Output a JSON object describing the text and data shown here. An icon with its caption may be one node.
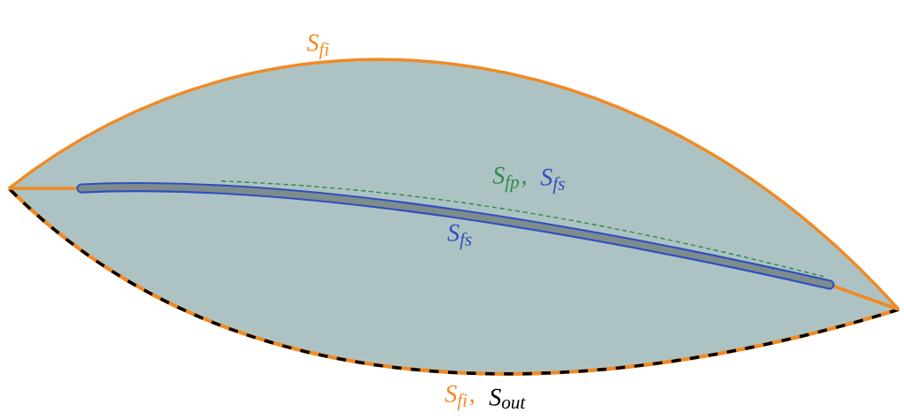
{
  "diagram": {
    "labels": [
      "S$_{fi}$",
      "S$_{fp}$,",
      "S$_{fs}$",
      "S$_{fs}$",
      "S$_{fi}$,",
      "S$_{out}$"
    ]
  }
}
